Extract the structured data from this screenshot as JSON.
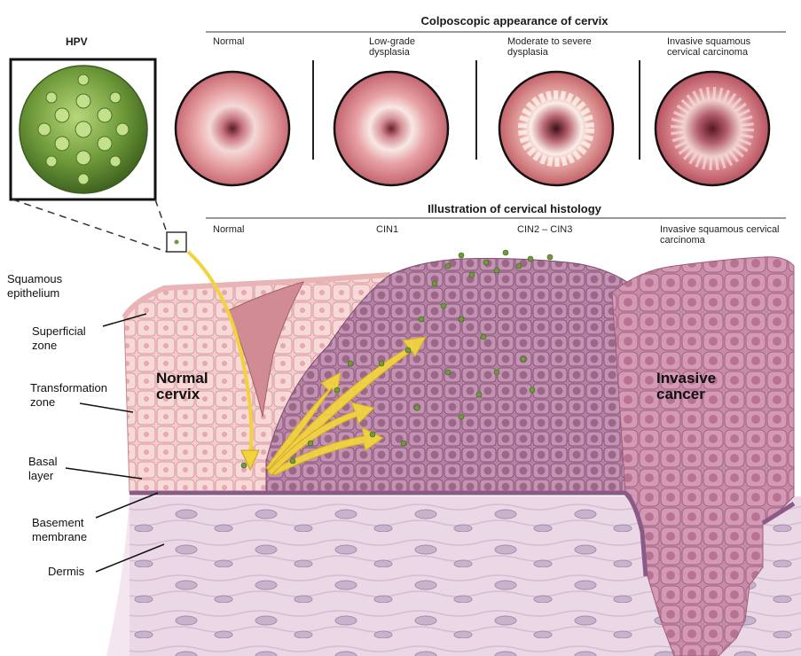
{
  "hpv": {
    "label": "HPV"
  },
  "colposcopy": {
    "title": "Colposcopic appearance of cervix",
    "stages": [
      "Normal",
      "Low-grade dysplasia",
      "Moderate to severe dysplasia",
      "Invasive squamous cervical carcinoma"
    ]
  },
  "histology": {
    "title": "Illustration of cervical histology",
    "stages": [
      "Normal",
      "CIN1",
      "CIN2 – CIN3",
      "Invasive squamous cervical carcinoma"
    ]
  },
  "layers": {
    "squamous": "Squamous epithelium",
    "superficial": "Superficial zone",
    "transformation": "Transformation zone",
    "basal": "Basal layer",
    "basement": "Basement membrane",
    "dermis": "Dermis"
  },
  "regions": {
    "normal": "Normal cervix",
    "invasive": "Invasive cancer"
  },
  "colors": {
    "normal_tissue": "#f2c4c4",
    "dysplasia_tissue": "#b884a4",
    "cancer_tissue": "#c98aa6",
    "dermis": "#e6d2e2",
    "arrow": "#f2d33c",
    "virus": "#6f9a3a"
  }
}
